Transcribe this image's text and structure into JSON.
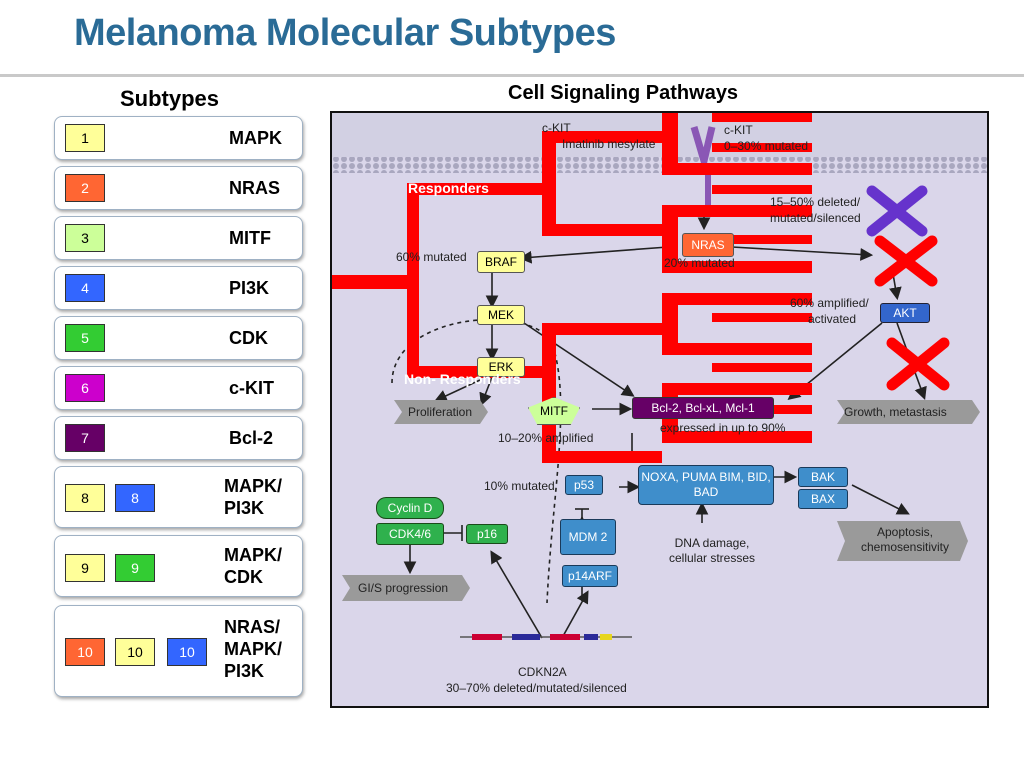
{
  "title": "Melanoma Molecular Subtypes",
  "subtypes_heading": "Subtypes",
  "pathways_heading": "Cell Signaling Pathways",
  "subtypes": [
    {
      "chips": [
        "1"
      ],
      "label": "MAPK"
    },
    {
      "chips": [
        "2"
      ],
      "label": "NRAS"
    },
    {
      "chips": [
        "3"
      ],
      "label": "MITF"
    },
    {
      "chips": [
        "4"
      ],
      "label": "PI3K"
    },
    {
      "chips": [
        "5"
      ],
      "label": "CDK"
    },
    {
      "chips": [
        "6"
      ],
      "label": "c-KIT"
    },
    {
      "chips": [
        "7"
      ],
      "label": "Bcl-2"
    },
    {
      "chips": [
        "8",
        "8"
      ],
      "label": "MAPK/ PI3K"
    },
    {
      "chips": [
        "9",
        "9"
      ],
      "label": "MAPK/ CDK"
    },
    {
      "chips": [
        "10",
        "10",
        "10"
      ],
      "label": "NRAS/ MAPK/ PI3K"
    }
  ],
  "chip_colors": {
    "mapk": "#ffff99",
    "nras": "#ff6633",
    "mitf": "#ccff99",
    "pi3k": "#3366ff",
    "cdk": "#33cc33",
    "ckit": "#cc00cc",
    "bcl2": "#660066"
  },
  "overlay": {
    "responders": "Responders",
    "non_responders": "Non- Responders",
    "bracket_color": "#ff0000",
    "x_colors": [
      "#6633cc",
      "#ff0000",
      "#ff0000"
    ]
  },
  "diagram": {
    "ckit_left": "c-KIT",
    "imatinib": "Imatinib mesylate",
    "ckit_right": "c-KIT",
    "ckit_right_note": "0–30% mutated",
    "pten_note": "15–50% deleted/",
    "pten_note2": "mutated/silenced",
    "braf_note": "60% mutated",
    "braf": "BRAF",
    "nras": "NRAS",
    "nras_note": "20% mutated",
    "mek": "MEK",
    "erk": "ERK",
    "akt_note": "60% amplified/",
    "akt_note2": "activated",
    "akt": "AKT",
    "mitf": "MITF",
    "mitf_note": "10–20% amplified",
    "bcl": "Bcl-2, Bcl-xL, Mcl-1",
    "bcl_note": "expressed in up to 90%",
    "proliferation": "Proliferation",
    "growth": "Growth, metastasis",
    "p53_note": "10% mutated",
    "p53": "p53",
    "noxa": "NOXA, PUMA BIM, BID, BAD",
    "bak": "BAK",
    "bax": "BAX",
    "cyclin": "Cyclin D",
    "cdk46": "CDK4/6",
    "p16": "p16",
    "mdm": "MDM 2",
    "dna": "DNA damage, cellular stresses",
    "p14": "p14ARF",
    "apoptosis": "Apoptosis, chemosensitivity",
    "gis": "GI/S progression",
    "cdkn2a": "CDKN2A",
    "cdkn2a_note": "30–70% deleted/mutated/silenced"
  }
}
